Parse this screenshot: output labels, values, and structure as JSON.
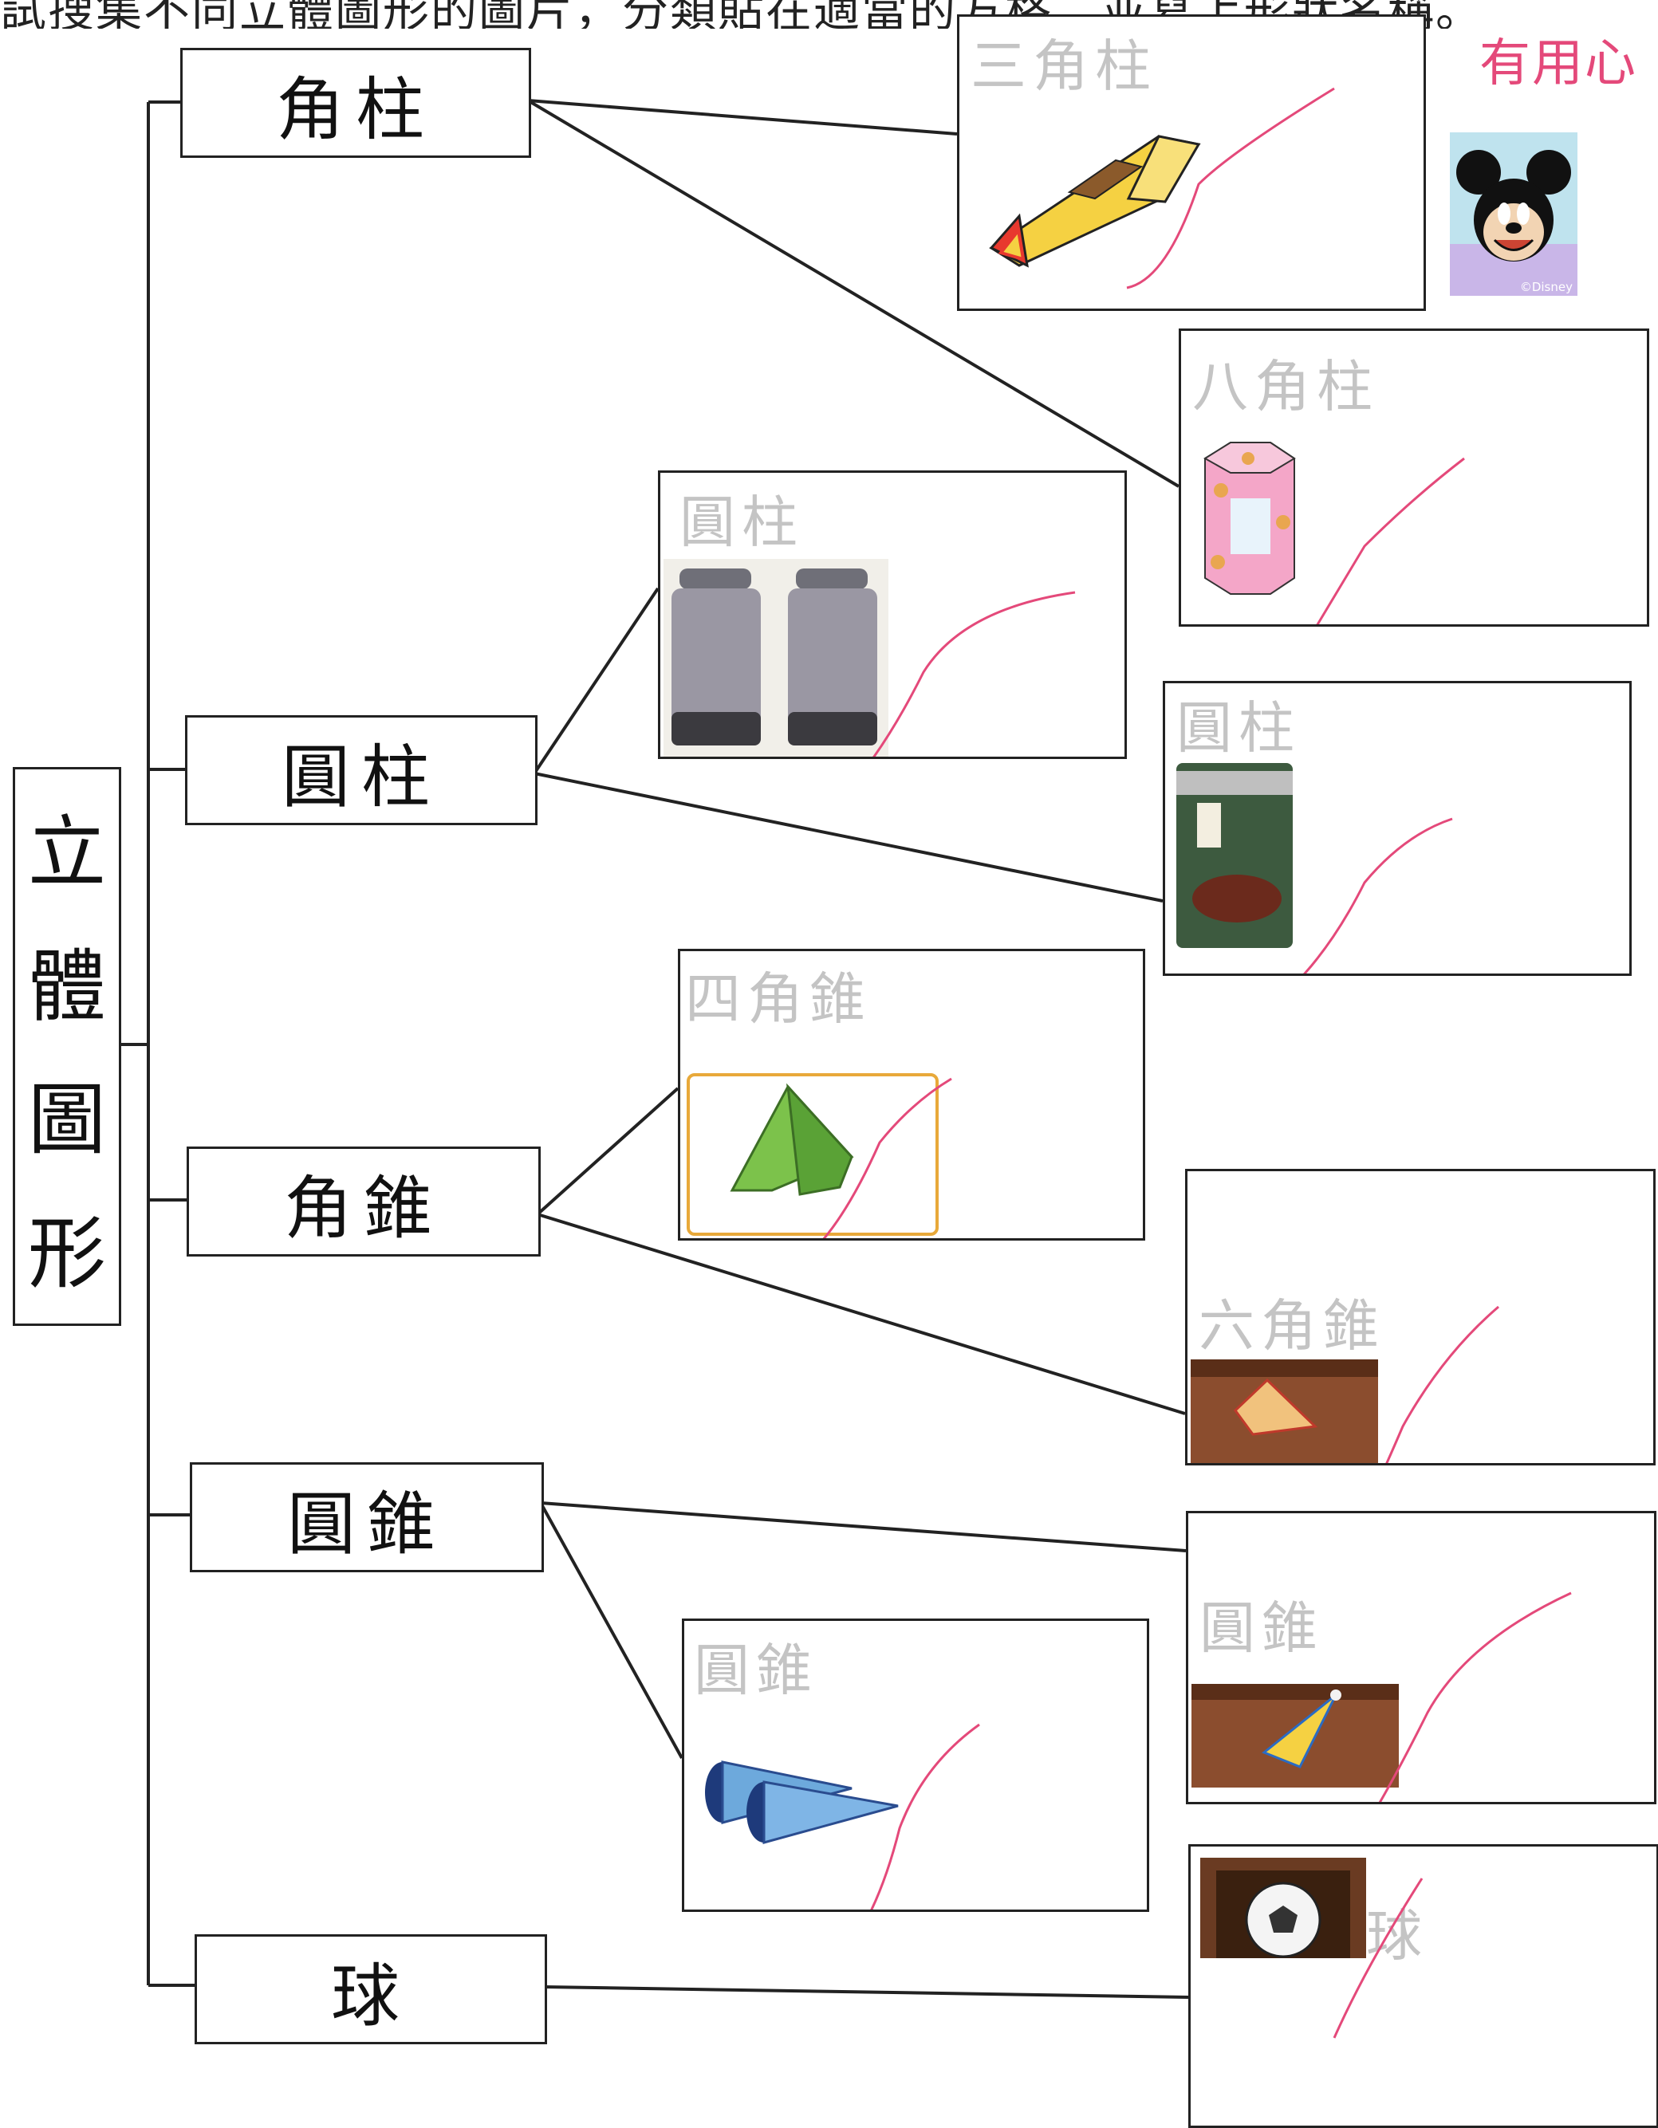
{
  "header": {
    "instruction": "試搜集不同立體圖形的圖片，分類貼在適當的方格，並寫上形狀名稱。"
  },
  "teacher_note": "有用心",
  "root": {
    "chars": [
      "立",
      "體",
      "圖",
      "形"
    ]
  },
  "categories": [
    {
      "label": "角柱"
    },
    {
      "label": "圓柱"
    },
    {
      "label": "角錐"
    },
    {
      "label": "圓錐"
    },
    {
      "label": "球"
    }
  ],
  "cards": [
    {
      "label": "三角柱",
      "category": "角柱",
      "picture": "triangular-prism-chocolate-box"
    },
    {
      "label": "八角柱",
      "category": "角柱",
      "picture": "octagonal-cookie-tin"
    },
    {
      "label": "圓柱",
      "category": "圓柱",
      "picture": "thermos-flasks"
    },
    {
      "label": "圓柱",
      "category": "圓柱",
      "picture": "abalone-can"
    },
    {
      "label": "四角錐",
      "category": "角錐",
      "picture": "green-tent"
    },
    {
      "label": "六角錐",
      "category": "角錐",
      "picture": "cone-on-shelf"
    },
    {
      "label": "圓錐",
      "category": "圓錐",
      "picture": "ice-cream-cones"
    },
    {
      "label": "圓錐",
      "category": "圓錐",
      "picture": "party-hat"
    },
    {
      "label": "球",
      "category": "球",
      "picture": "soccer-ball"
    }
  ],
  "sticker": {
    "text": "©Disney"
  },
  "colors": {
    "ink": "#222222",
    "pencil": "#c4c4c4",
    "teacher_red": "#e4497a"
  }
}
